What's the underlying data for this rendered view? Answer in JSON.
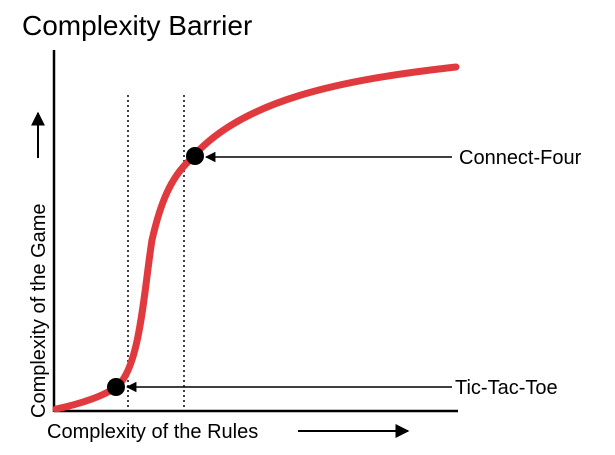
{
  "title": "Complexity Barrier",
  "axes": {
    "x_label": "Complexity of the Rules",
    "y_label": "Complexity of the Game"
  },
  "annotations": [
    {
      "id": "connect-four",
      "label": "Connect-Four"
    },
    {
      "id": "tic-tac-toe",
      "label": "Tic-Tac-Toe"
    }
  ],
  "colors": {
    "curve": "#e03a3e",
    "axis": "#000000",
    "marker": "#000000",
    "background": "#ffffff"
  }
}
